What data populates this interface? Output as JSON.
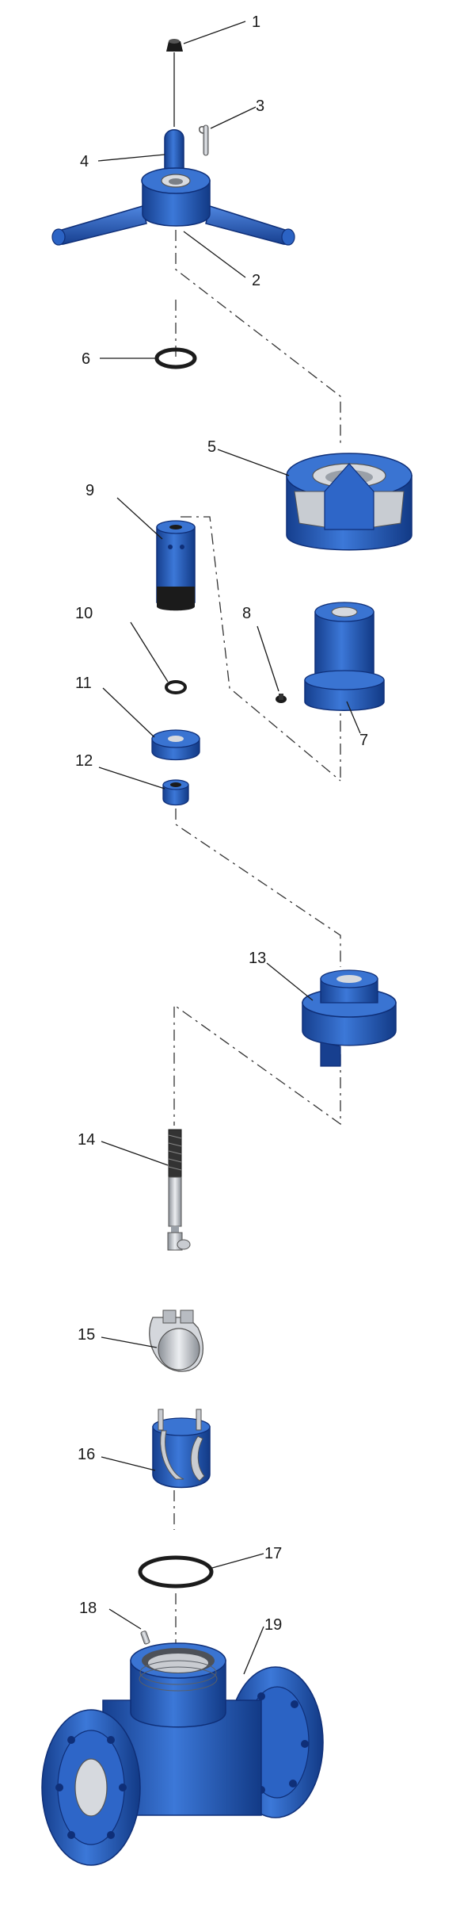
{
  "diagram": {
    "labels": [
      {
        "id": "p1",
        "text": "1"
      },
      {
        "id": "p2",
        "text": "2"
      },
      {
        "id": "p3",
        "text": "3"
      },
      {
        "id": "p4",
        "text": "4"
      },
      {
        "id": "p5",
        "text": "5"
      },
      {
        "id": "p6",
        "text": "6"
      },
      {
        "id": "p7",
        "text": "7"
      },
      {
        "id": "p8",
        "text": "8"
      },
      {
        "id": "p9",
        "text": "9"
      },
      {
        "id": "p10",
        "text": "10"
      },
      {
        "id": "p11",
        "text": "11"
      },
      {
        "id": "p12",
        "text": "12"
      },
      {
        "id": "p13",
        "text": "13"
      },
      {
        "id": "p14",
        "text": "14"
      },
      {
        "id": "p15",
        "text": "15"
      },
      {
        "id": "p16",
        "text": "16"
      },
      {
        "id": "p17",
        "text": "17"
      },
      {
        "id": "p18",
        "text": "18"
      },
      {
        "id": "p19",
        "text": "19"
      }
    ],
    "colors": {
      "part_blue": "#1e56b8",
      "part_blue_dark": "#0f2f78",
      "part_blue_light": "#4f86e0",
      "metal": "#c9ccd1",
      "metal_dark": "#8a8f96",
      "seal": "#1b1b1b",
      "line": "#1a1a1a"
    }
  }
}
